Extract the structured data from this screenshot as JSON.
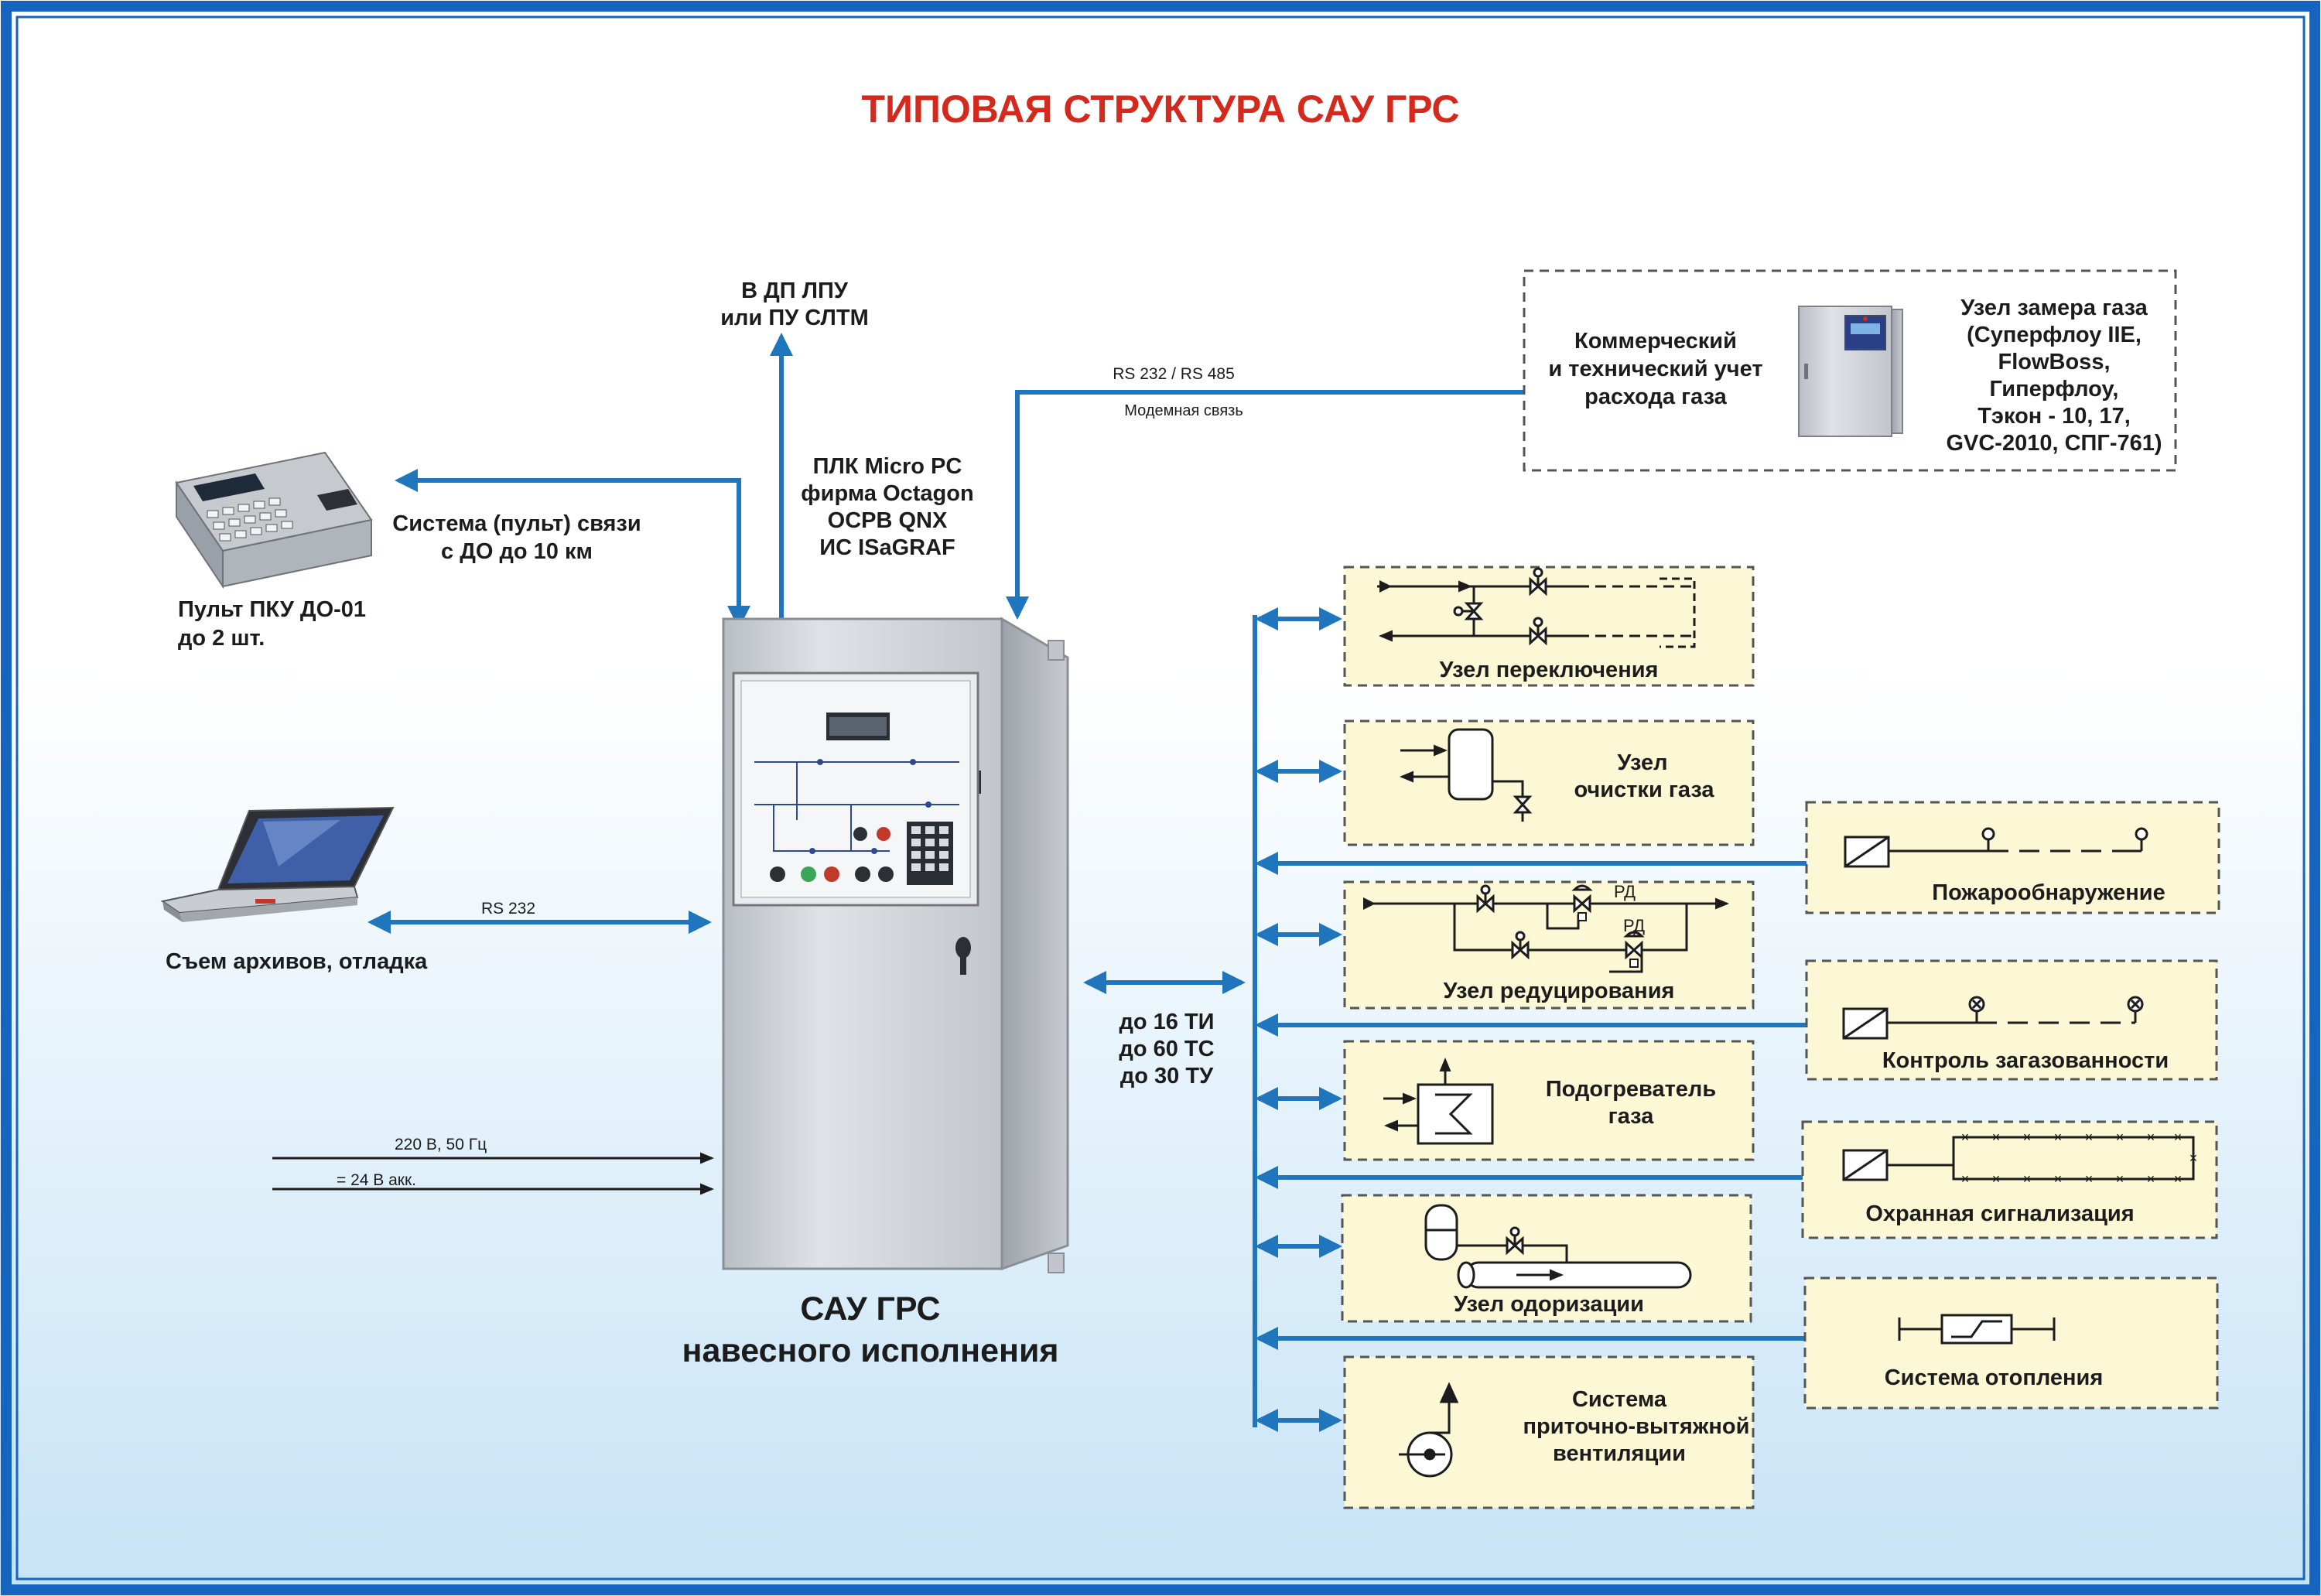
{
  "title": "ТИПОВАЯ СТРУКТУРА САУ ГРС",
  "colors": {
    "title": "#d42a1e",
    "frame": "#1565c0",
    "arrow": "#1f76bd",
    "box_fill": "#fcf7d5",
    "bg_bottom": "#c6e3f6"
  },
  "top_link": {
    "line1": "В ДП ЛПУ",
    "line2": "или ПУ СЛТМ"
  },
  "plc": {
    "line1": "ПЛК Micro PC",
    "line2": "фирма Octagon",
    "line3": "ОСРВ QNX",
    "line4": "ИС ISaGRAF"
  },
  "rs_link": {
    "line1": "RS 232 / RS 485",
    "line2": "Модемная связь"
  },
  "metering": {
    "left1": "Коммерческий",
    "left2": "и технический учет",
    "left3": "расхода газа",
    "right1": "Узел замера газа",
    "right2": "(Суперфлоу IIE,",
    "right3": "FlowBoss,",
    "right4": "Гиперфлоу,",
    "right5": "Тэкон - 10, 17,",
    "right6": "GVC-2010, СПГ-761)"
  },
  "console": {
    "comm1": "Система (пульт) связи",
    "comm2": "с ДО до 10 км",
    "name1": "Пульт ПКУ ДО-01",
    "name2": "до 2 шт."
  },
  "laptop": {
    "rs": "RS 232",
    "name": "Съем архивов, отладка"
  },
  "power": {
    "line1": "220 В, 50 Гц",
    "line2": "= 24 В акк."
  },
  "main_unit": {
    "line1": "САУ ГРС",
    "line2": "навесного исполнения"
  },
  "io": {
    "line1": "до 16 ТИ",
    "line2": "до 60 ТС",
    "line3": "до 30 ТУ"
  },
  "left_boxes": {
    "switch": "Узел переключения",
    "clean1": "Узел",
    "clean2": "очистки газа",
    "reduce": "Узел редуцирования",
    "rd1": "РД",
    "rd2": "РД",
    "heater1": "Подогреватель",
    "heater2": "газа",
    "odor": "Узел одоризации",
    "vent1": "Система",
    "vent2": "приточно-вытяжной",
    "vent3": "вентиляции"
  },
  "right_boxes": {
    "fire": "Пожарообнаружение",
    "gas": "Контроль загазованности",
    "security": "Охранная сигнализация",
    "heating": "Система отопления"
  }
}
